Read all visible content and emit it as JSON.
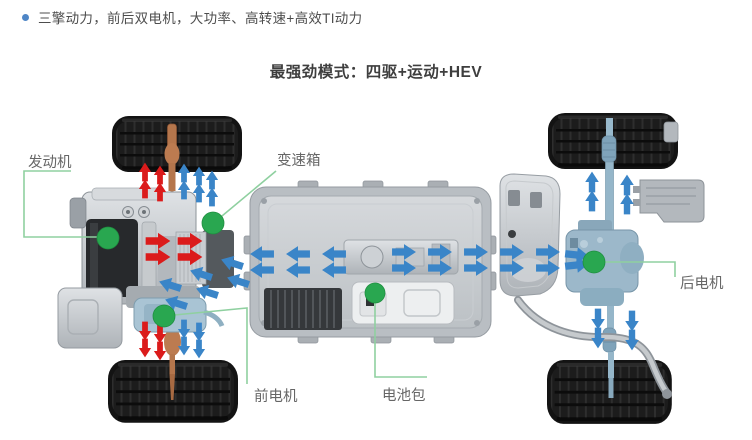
{
  "header": {
    "bullet_text": "三擎动力，前后双电机，大功率、高转速+高效TI动力",
    "title": "最强劲模式：四驱+运动+HEV"
  },
  "diagram": {
    "labels": {
      "engine": "发动机",
      "gearbox": "变速箱",
      "front_motor": "前电机",
      "battery": "电池包",
      "rear_motor": "后电机"
    }
  },
  "colors": {
    "accent-green": "#29a750",
    "green-line": "#8fd0a0",
    "arrow-blue": "#3a85c8",
    "arrow-red": "#db1b1b",
    "bullet-blue": "#4e86c6",
    "label-gray": "#666666",
    "title-gray": "#3e3e3e",
    "body-gray": "#4d4d4d"
  }
}
